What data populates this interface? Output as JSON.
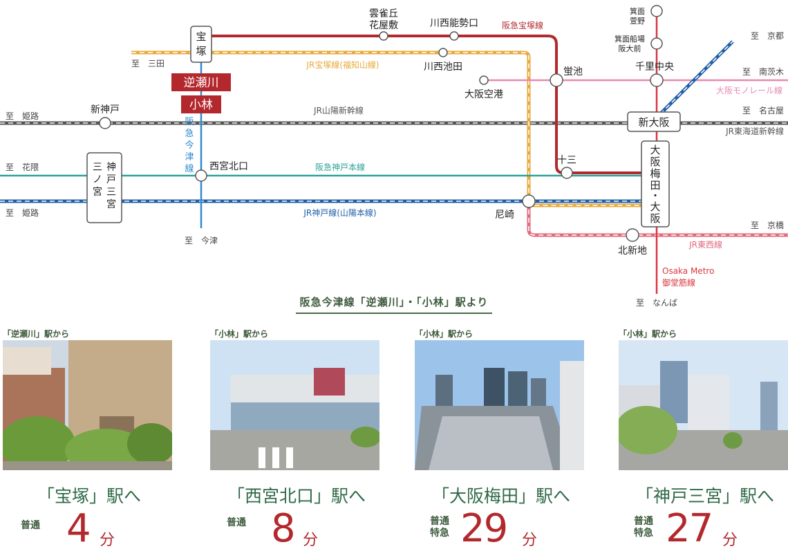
{
  "map": {
    "lines": {
      "hankyu_takarazuka": "阪急宝塚線",
      "jr_takarazuka": "JR宝塚線(福知山線)",
      "jr_sanyo_shinkansen": "JR山陽新幹線",
      "hankyu_imazu_chars": [
        "阪",
        "急",
        "今",
        "津",
        "線"
      ],
      "hankyu_kobe": "阪急神戸本線",
      "jr_kobe": "JR神戸線(山陽本線)",
      "osaka_monorail": "大阪モノレール線",
      "jr_tokaido_shinkansen": "JR東海道新幹線",
      "jr_tozai": "JR東西線",
      "metro_midosuji_1": "Osaka Metro",
      "metro_midosuji_2": "御堂筋線"
    },
    "destinations": {
      "sanda": "至　三田",
      "himeji_1": "至　姫路",
      "hanakuma": "至　花隈",
      "himeji_2": "至　姫路",
      "imazu": "至　今津",
      "kyoto": "至　京都",
      "minami_ibaraki": "至　南茨木",
      "nagoya": "至　名古屋",
      "kyobashi": "至　京橋",
      "namba": "至　なんば"
    },
    "stations": {
      "takarazuka": [
        "宝",
        "塚"
      ],
      "sakasegawa": "逆瀬川",
      "obayashi": "小林",
      "hibarigaoka_1": "雲雀丘",
      "hibarigaoka_2": "花屋敷",
      "kawanishinoseguchi": "川西能勢口",
      "kawanishiikeda": "川西池田",
      "hotarugaike": "蛍池",
      "osaka_airport": "大阪空港",
      "minoh_kayano_1": "箕面",
      "minoh_kayano_2": "萱野",
      "minoh_semba_1": "箕面船場",
      "minoh_semba_2": "阪大前",
      "senri_chuo": "千里中央",
      "shin_osaka": "新大阪",
      "shin_kobe": "新神戸",
      "kobe_sannomiya_col1": [
        "神",
        "戸",
        "三",
        "宮"
      ],
      "kobe_sannomiya_col2": [
        "三",
        "ノ",
        "宮"
      ],
      "nishinomiya_kitaguchi": "西宮北口",
      "juso": "十三",
      "osaka_umeda": [
        "大",
        "阪",
        "梅",
        "田",
        "・",
        "大",
        "阪"
      ],
      "amagasaki": "尼崎",
      "kitashinchi": "北新地"
    }
  },
  "caption": "阪急今津線「逆瀬川」・「小林」駅より",
  "cards": [
    {
      "from": "「逆瀬川」駅から",
      "dest": "「宝塚」駅へ",
      "kinds": [
        "普通"
      ],
      "minutes": "4",
      "unit": "分"
    },
    {
      "from": "「小林」駅から",
      "dest": "「西宮北口」駅へ",
      "kinds": [
        "普通"
      ],
      "minutes": "8",
      "unit": "分"
    },
    {
      "from": "「小林」駅から",
      "dest": "「大阪梅田」駅へ",
      "kinds": [
        "普通",
        "特急"
      ],
      "minutes": "29",
      "unit": "分"
    },
    {
      "from": "「小林」駅から",
      "dest": "「神戸三宮」駅へ",
      "kinds": [
        "普通",
        "特急"
      ],
      "minutes": "27",
      "unit": "分"
    }
  ],
  "colors": {
    "hankyu_red": "#b3282d",
    "jr_orange": "#e8a93a",
    "imazu_blue": "#2e8bcf",
    "kobe_teal": "#2ba198",
    "jr_kobe_blue": "#1f5fa8",
    "monorail_pink": "#e887b0",
    "shinkansen_gray": "#6b6b6b",
    "jr_tozai_pink": "#e26a7e",
    "midosuji_red": "#d9363e",
    "accent_green": "#2f6a47"
  }
}
